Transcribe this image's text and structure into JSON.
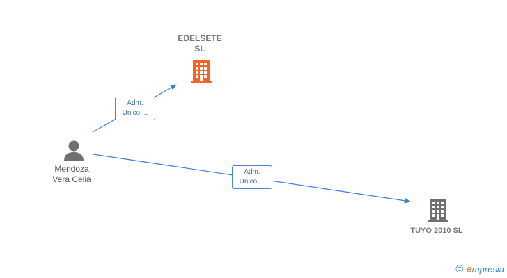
{
  "nodes": {
    "edelsete": {
      "label": "EDELSETE\nSL",
      "type": "company",
      "color": "#f26522"
    },
    "tuyo": {
      "label": "TUYO 2010 SL",
      "type": "company",
      "color": "#707070"
    },
    "person": {
      "label": "Mendoza\nVera Celia",
      "type": "person",
      "color": "#707070"
    }
  },
  "edges": [
    {
      "from": "person",
      "to": "edelsete",
      "label": "Adm.\nUnico,..."
    },
    {
      "from": "person",
      "to": "tuyo",
      "label": "Adm.\nUnico,..."
    }
  ],
  "colors": {
    "edge": "#3b7dd8",
    "edge_label_border": "#4a86d4"
  },
  "footer": {
    "copyright": "©",
    "brand_first": "e",
    "brand_rest": "mpresia"
  }
}
